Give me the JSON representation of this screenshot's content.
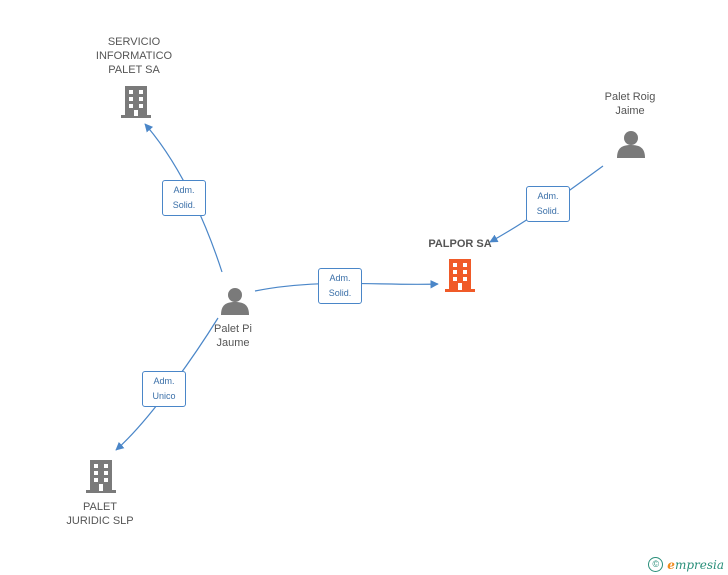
{
  "nodes": {
    "servicio": {
      "label": "SERVICIO\nINFORMATICO\nPALET SA",
      "kind": "company"
    },
    "palet_roig": {
      "label": "Palet Roig\nJaime",
      "kind": "person"
    },
    "palpor": {
      "label": "PALPOR SA",
      "kind": "company-focus"
    },
    "palet_pi": {
      "label": "Palet Pi\nJaume",
      "kind": "person"
    },
    "palet_juridic": {
      "label": "PALET\nJURIDIC SLP",
      "kind": "company"
    }
  },
  "edges": {
    "pi_to_servicio": {
      "label": "Adm.\nSolid."
    },
    "roig_to_palpor": {
      "label": "Adm.\nSolid."
    },
    "pi_to_palpor": {
      "label": "Adm.\nSolid."
    },
    "pi_to_juridic": {
      "label": "Adm.\nUnico"
    }
  },
  "colors": {
    "edge": "#4a86c8",
    "node_gray": "#7a7a7a",
    "focus": "#f05a28"
  },
  "watermark": {
    "symbol": "©",
    "brand_initial": "e",
    "brand_rest": "mpresia"
  }
}
